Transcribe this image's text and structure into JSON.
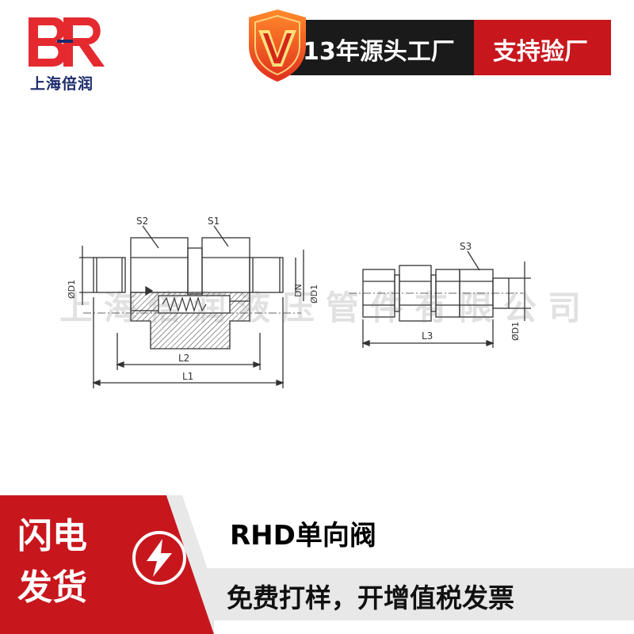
{
  "logo": {
    "mark": "BR",
    "name": "上海倍润",
    "icon": "br-logo-icon"
  },
  "banner": {
    "badge_icon": "v-shield-icon",
    "factory": "13年源头工厂",
    "inspect": "支持验厂"
  },
  "drawing": {
    "labels": {
      "s1": "S1",
      "s2": "S2",
      "s3": "S3",
      "l1": "L1",
      "l2": "L2",
      "l3": "L3",
      "d1_left": "ØD1",
      "dn": "DN",
      "d1_mid": "ØD1",
      "d1_right": "ØD1"
    },
    "watermark": "上海倍润液压管件有限公司"
  },
  "colors": {
    "brand_red": "#c8161d",
    "dark": "#1a1a1a",
    "navy": "#1c2a6b"
  },
  "bottom": {
    "flash_line1": "闪电",
    "flash_line2": "发货",
    "bolt_icon": "lightning-bolt-icon",
    "product_name": "RHD单向阀",
    "free_text": "免费打样，开增值税发票"
  }
}
